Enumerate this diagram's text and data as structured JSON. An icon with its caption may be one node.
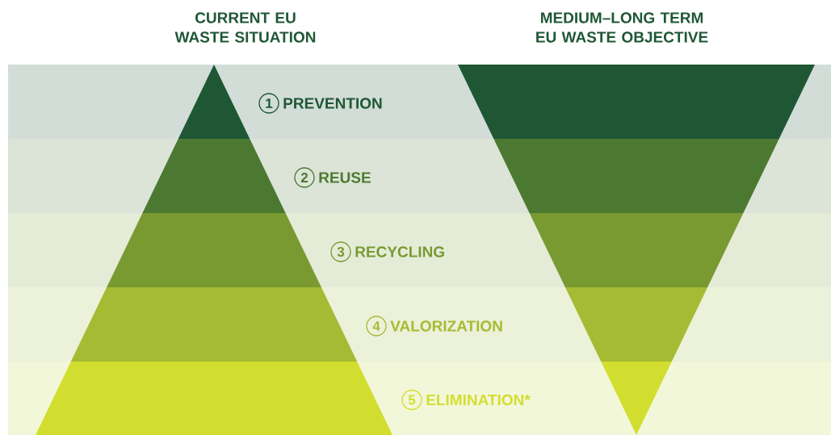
{
  "diagram": {
    "nodes": [
      {
        "text": [
          "1",
          "PREVENTION"
        ]
      },
      {
        "text": [
          "2",
          "REUSE"
        ]
      },
      {
        "text": [
          "3",
          "RECYCLING"
        ]
      },
      {
        "text": [
          "4",
          "VALORIZATION"
        ]
      },
      {
        "text": [
          "5",
          "ELIMINATION*"
        ]
      }
    ],
    "labels": [
      "CURRENT EU WASTE SITUATION",
      "MEDIUM–LONG TERM EU WASTE OBJECTIVE"
    ]
  }
}
